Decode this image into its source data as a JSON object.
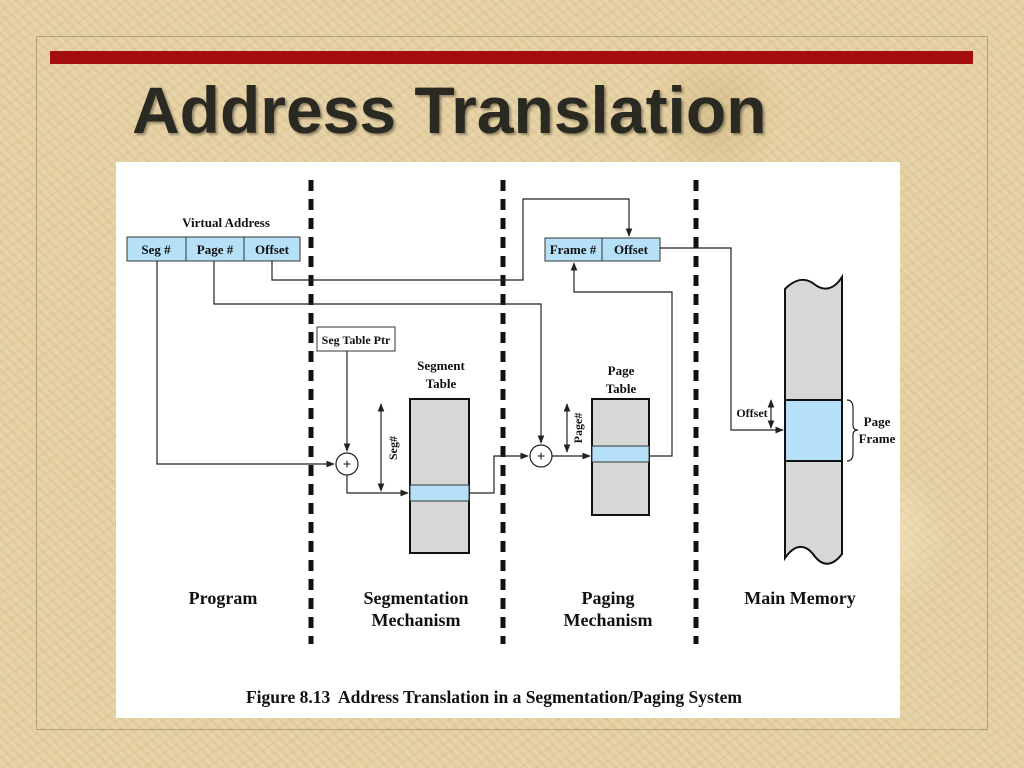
{
  "colors": {
    "accent_bar": "#a30f0f",
    "title_text": "#2a2a22",
    "field_fill": "#b5e0f7",
    "table_fill": "#d7d7d7",
    "line": "#222222"
  },
  "slide": {
    "title": "Address Translation"
  },
  "diagram": {
    "virtual_address_label": "Virtual Address",
    "virtual_fields": [
      "Seg #",
      "Page #",
      "Offset"
    ],
    "physical_fields": [
      "Frame #",
      "Offset"
    ],
    "seg_table_ptr": "Seg Table Ptr",
    "segment_table_label": [
      "Segment",
      "Table"
    ],
    "page_table_label": [
      "Page",
      "Table"
    ],
    "seg_index_label": "Seg#",
    "page_index_label": "Page#",
    "adder_symbol": "+",
    "memory_offset_label": "Offset",
    "page_frame_label": [
      "Page",
      "Frame"
    ],
    "region_labels": {
      "program": [
        "Program"
      ],
      "segmentation": [
        "Segmentation",
        "Mechanism"
      ],
      "paging": [
        "Paging",
        "Mechanism"
      ],
      "memory": [
        "Main Memory"
      ]
    },
    "caption": "Figure 8.13  Address Translation in a Segmentation/Paging System"
  }
}
